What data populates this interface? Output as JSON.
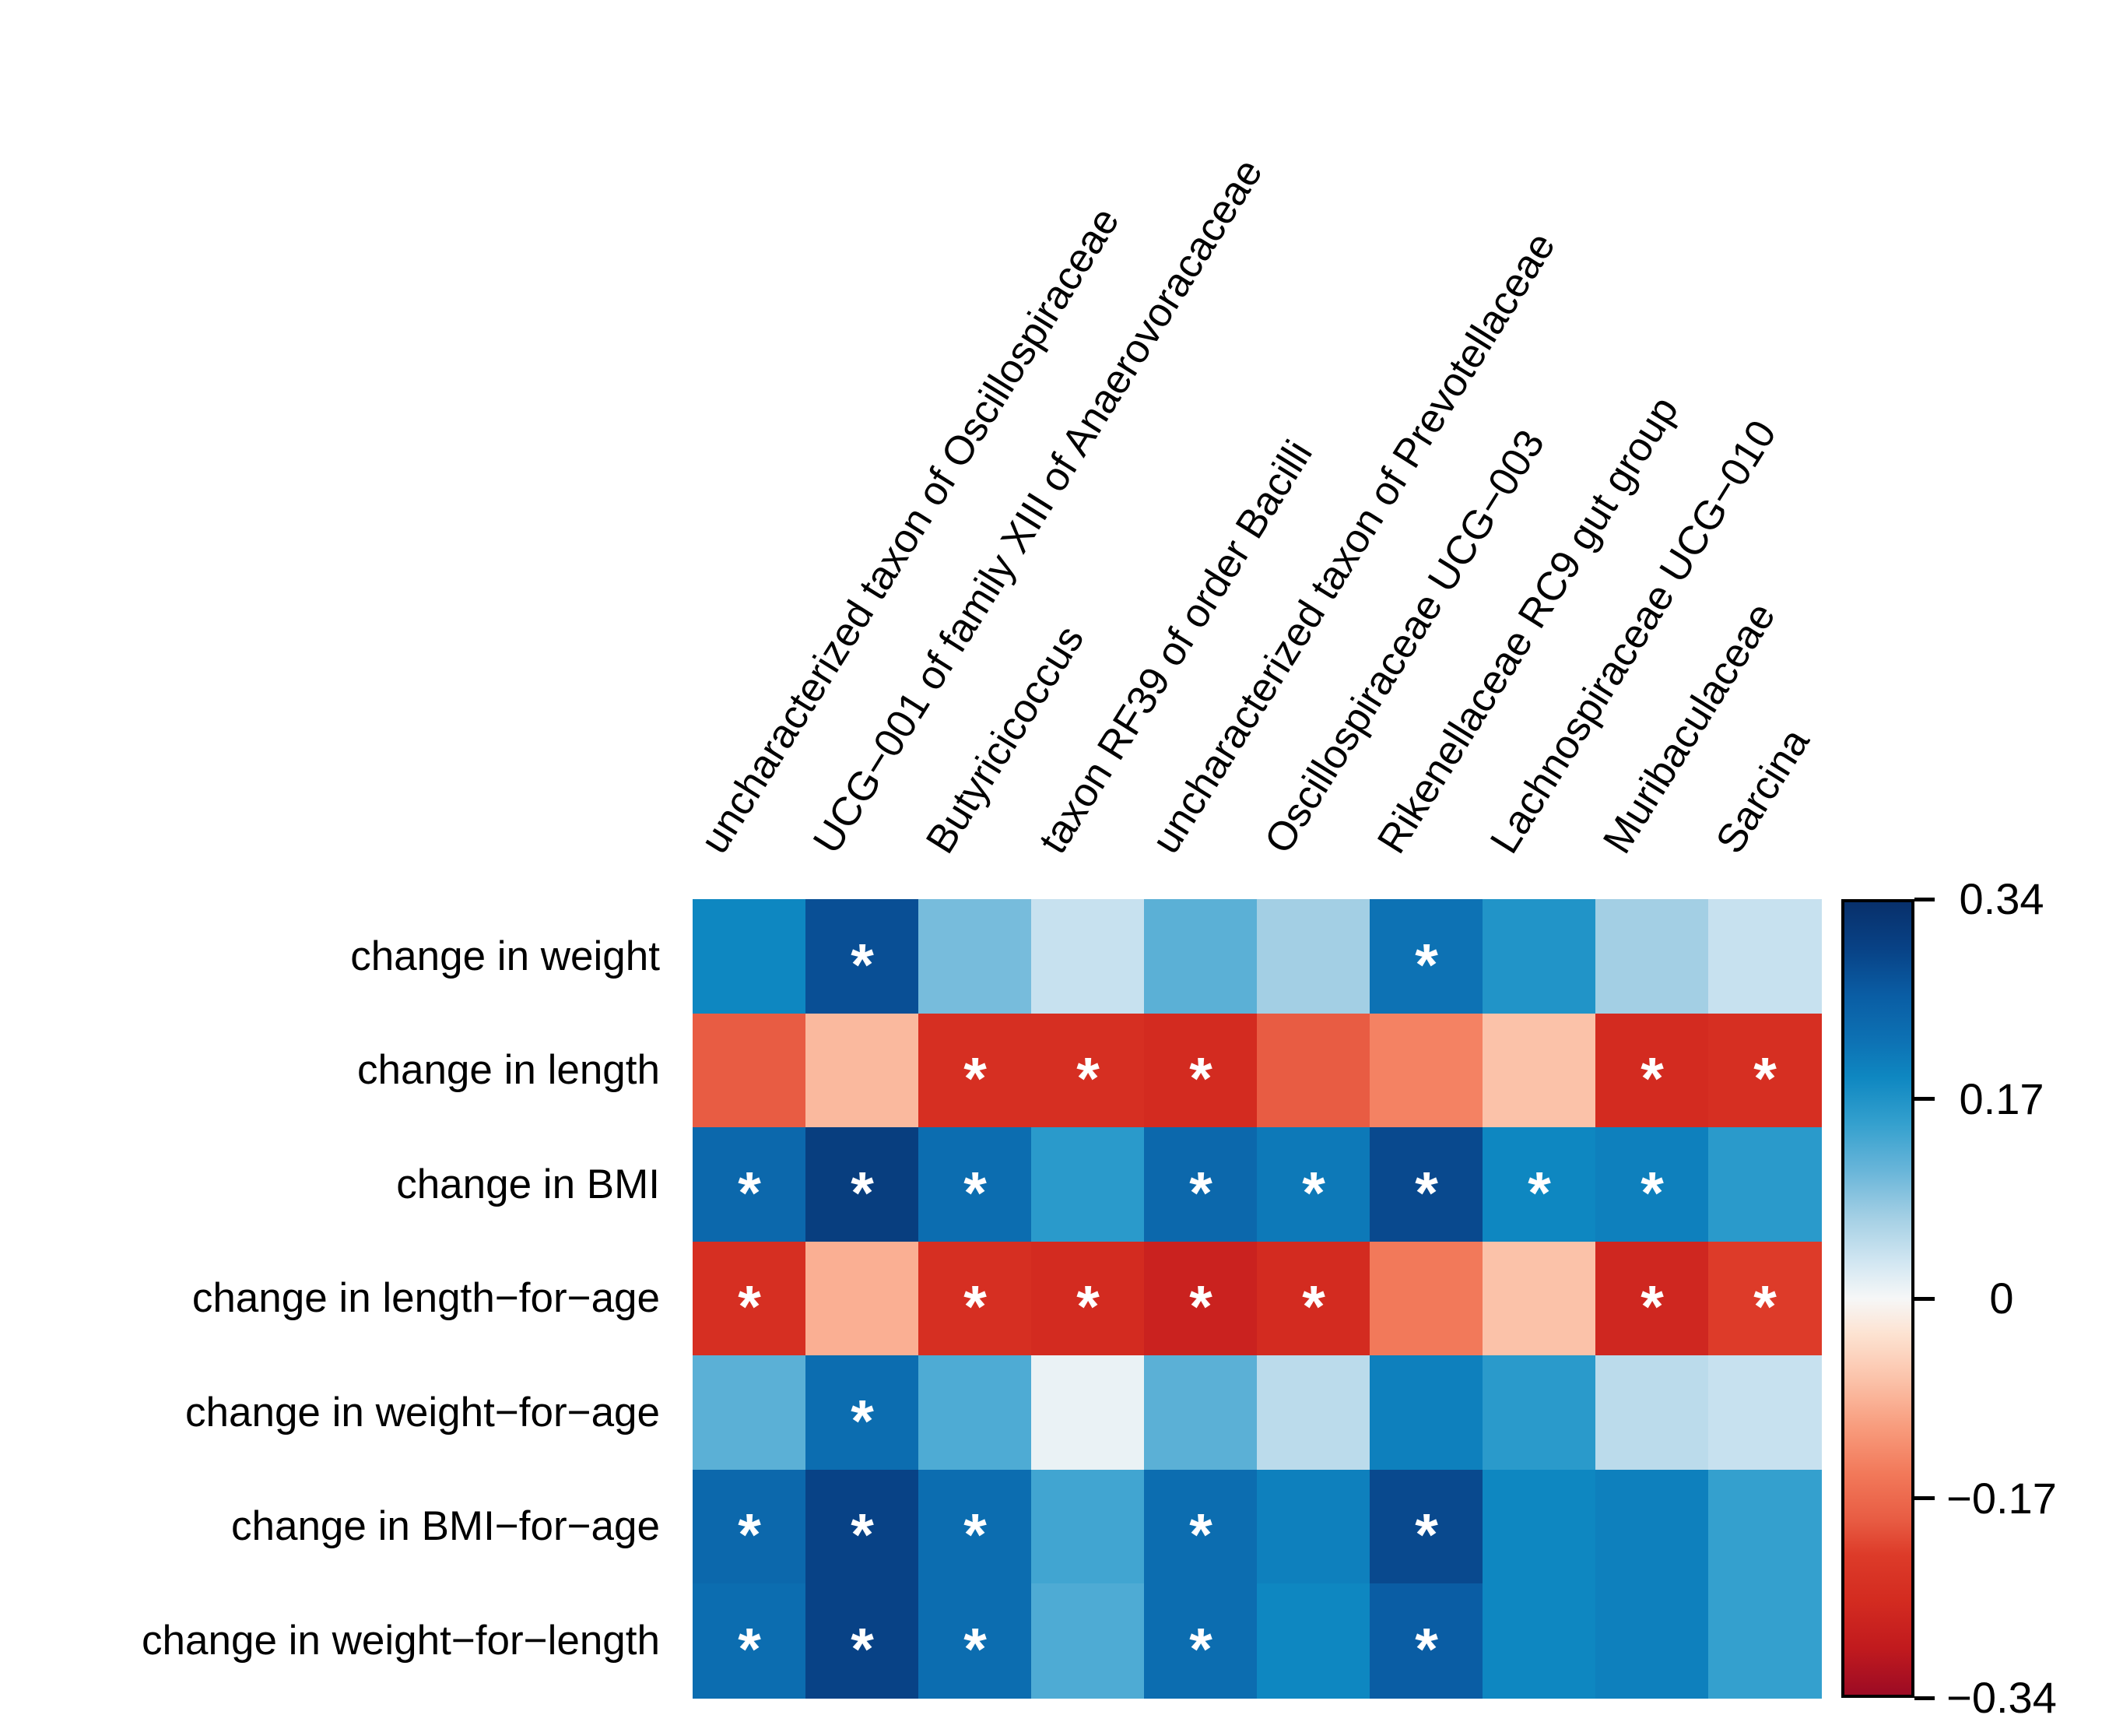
{
  "figure": {
    "background": "#ffffff",
    "text_color": "#000000"
  },
  "chart_data": {
    "type": "heatmap",
    "title": "",
    "xlabel": "",
    "ylabel": "",
    "legend_position": "right",
    "grid": "off",
    "rows": [
      "change in weight",
      "change in length",
      "change in BMI",
      "change in length−for−age",
      "change in weight−for−age",
      "change in BMI−for−age",
      "change in weight−for−length"
    ],
    "columns": [
      "uncharacterized taxon of Oscillospiraceae",
      "UCG−001 of family XIII of Anaerovoracaceae",
      "Butyricicoccus",
      "taxon RF39 of order Bacilli",
      "uncharacterized taxon of Prevotellaceae",
      "Oscillospiraceae UCG−003",
      "Rikenellaceae RC9 gut group",
      "Lachnospiraceae UCG−010",
      "Muribaculaceae",
      "Sarcina"
    ],
    "values": [
      [
        0.19,
        0.28,
        0.1,
        0.04,
        0.12,
        0.07,
        0.22,
        0.17,
        0.07,
        0.04
      ],
      [
        -0.19,
        -0.08,
        -0.25,
        -0.25,
        -0.26,
        -0.19,
        -0.14,
        -0.07,
        -0.26,
        -0.25
      ],
      [
        0.24,
        0.31,
        0.23,
        0.16,
        0.24,
        0.21,
        0.29,
        0.19,
        0.2,
        0.16
      ],
      [
        -0.25,
        -0.09,
        -0.25,
        -0.26,
        -0.28,
        -0.26,
        -0.15,
        -0.07,
        -0.27,
        -0.22
      ],
      [
        0.12,
        0.23,
        0.13,
        0.01,
        0.12,
        0.05,
        0.2,
        0.16,
        0.05,
        0.04
      ],
      [
        0.24,
        0.3,
        0.23,
        0.14,
        0.23,
        0.2,
        0.29,
        0.19,
        0.2,
        0.15
      ],
      [
        0.23,
        0.3,
        0.23,
        0.13,
        0.23,
        0.19,
        0.26,
        0.19,
        0.2,
        0.15
      ]
    ],
    "significant": [
      [
        false,
        true,
        false,
        false,
        false,
        false,
        true,
        false,
        false,
        false
      ],
      [
        false,
        false,
        true,
        true,
        true,
        false,
        false,
        false,
        true,
        true
      ],
      [
        true,
        true,
        true,
        false,
        true,
        true,
        true,
        true,
        true,
        false
      ],
      [
        true,
        false,
        true,
        true,
        true,
        true,
        false,
        false,
        true,
        true
      ],
      [
        false,
        true,
        false,
        false,
        false,
        false,
        false,
        false,
        false,
        false
      ],
      [
        true,
        true,
        true,
        false,
        true,
        false,
        true,
        false,
        false,
        false
      ],
      [
        true,
        true,
        true,
        false,
        true,
        false,
        true,
        false,
        false,
        false
      ]
    ],
    "significance_marker": "*",
    "star_color": "#ffffff",
    "colorbar": {
      "vmin": -0.34,
      "vmax": 0.34,
      "tick_labels": [
        "0.34",
        "0.17",
        "0",
        "−0.17",
        "−0.34"
      ],
      "tick_values": [
        0.34,
        0.17,
        0,
        -0.17,
        -0.34
      ],
      "border_color": "#000000"
    },
    "color_scale": {
      "type": "diverging",
      "stops": [
        {
          "v": 0.34,
          "color": "#08306b"
        },
        {
          "v": 0.3,
          "color": "#084286"
        },
        {
          "v": 0.26,
          "color": "#0a5da4"
        },
        {
          "v": 0.22,
          "color": "#0d72b4"
        },
        {
          "v": 0.19,
          "color": "#0e87c1"
        },
        {
          "v": 0.15,
          "color": "#34a0ce"
        },
        {
          "v": 0.11,
          "color": "#68b5d9"
        },
        {
          "v": 0.07,
          "color": "#a3cfe4"
        },
        {
          "v": 0.03,
          "color": "#d3e7f2"
        },
        {
          "v": 0.0,
          "color": "#f6f7f7"
        },
        {
          "v": -0.03,
          "color": "#fde3d2"
        },
        {
          "v": -0.07,
          "color": "#fbc2a9"
        },
        {
          "v": -0.11,
          "color": "#f89c7d"
        },
        {
          "v": -0.15,
          "color": "#f2795a"
        },
        {
          "v": -0.19,
          "color": "#e85c43"
        },
        {
          "v": -0.22,
          "color": "#dd3b29"
        },
        {
          "v": -0.26,
          "color": "#d32b20"
        },
        {
          "v": -0.3,
          "color": "#c11a1e"
        },
        {
          "v": -0.34,
          "color": "#9c0b24"
        }
      ]
    }
  }
}
